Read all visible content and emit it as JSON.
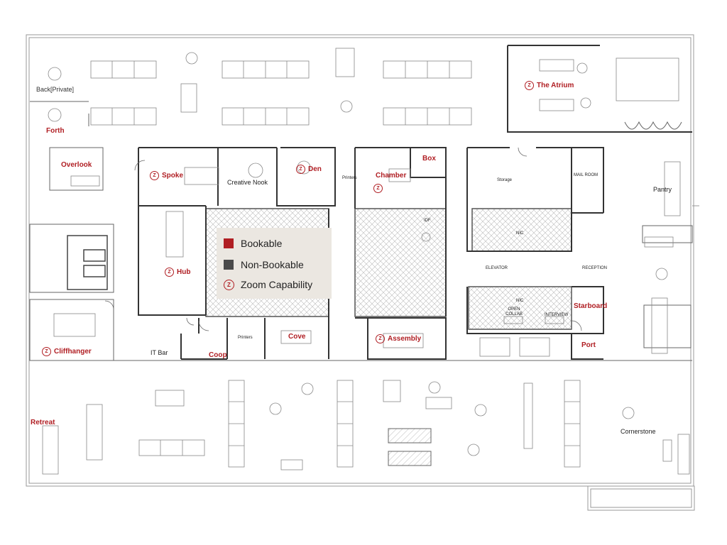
{
  "legend": {
    "bookable": "Bookable",
    "non_bookable": "Non-Bookable",
    "zoom": "Zoom Capability",
    "zoom_icon": "Z",
    "colors": {
      "bookable": "#b01e23",
      "non_bookable": "#4a4a4a"
    }
  },
  "rooms": {
    "back_private": "Back[Private]",
    "forth": "Forth",
    "overlook": "Overlook",
    "spoke": "Spoke",
    "creative_nook": "Creative Nook",
    "den": "Den",
    "printers_1": "Printers",
    "chamber": "Chamber",
    "box": "Box",
    "storage": "Storage",
    "mail_room": "MAIL ROOM",
    "pantry": "Pantry",
    "the_atrium": "The Atrium",
    "hub": "Hub",
    "idf": "IDF",
    "nic_1": "NIC",
    "elevator": "ELEVATOR",
    "reception": "RECEPTION",
    "nic_2": "NIC",
    "open_collab": "OPEN COLLAB",
    "interview": "INTERVIEW",
    "starboard": "Starboard",
    "cliffhanger": "Cliffhanger",
    "it_bar": "IT Bar",
    "coop": "Coop",
    "printers_2": "Printers",
    "cove": "Cove",
    "assembly": "Assembly",
    "port": "Port",
    "retreat": "Retreat",
    "cornerstone": "Cornerstone"
  },
  "zoom_icon": "Z"
}
